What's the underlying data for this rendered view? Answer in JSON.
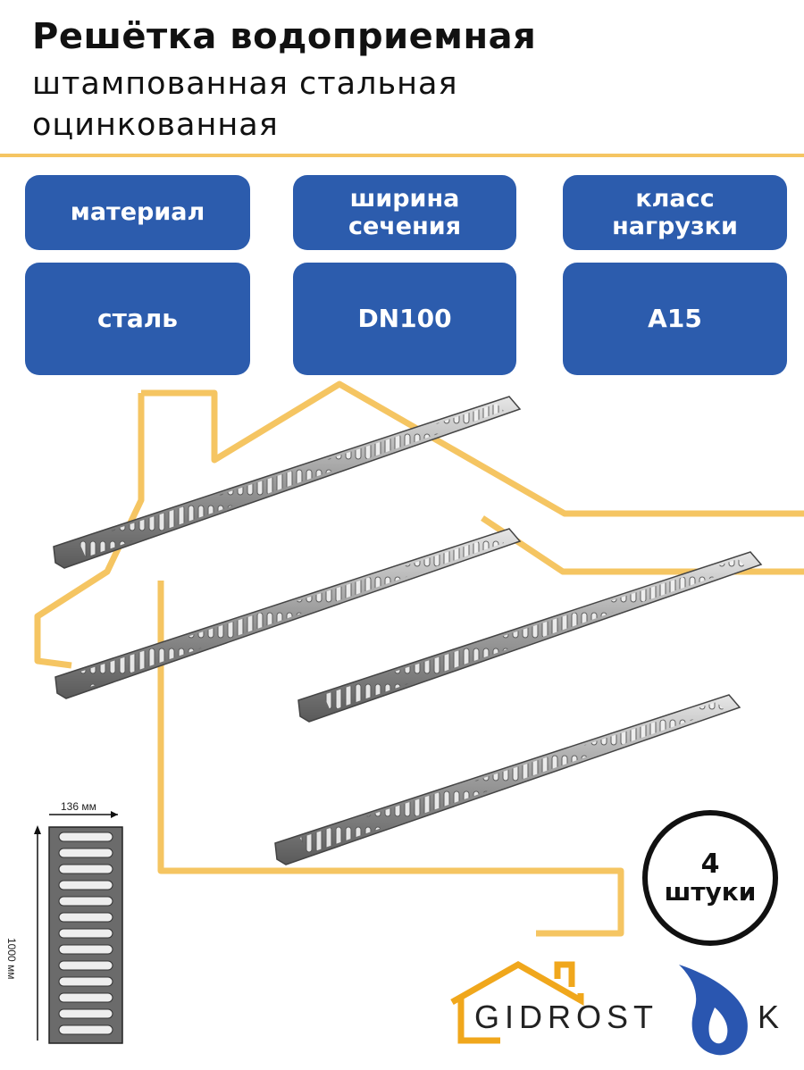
{
  "title": "Решётка водоприемная",
  "subtitle_line1": "штампованная стальная",
  "subtitle_line2": "оцинкованная",
  "specs": {
    "material_label": "материал",
    "material_value": "сталь",
    "width_label": "ширина сечения",
    "width_value": "DN100",
    "load_label": "класс нагрузки",
    "load_value": "А15"
  },
  "quantity": {
    "number": "4",
    "unit": "штуки"
  },
  "dimensions": {
    "width": "136 мм",
    "length": "1000 мм"
  },
  "logo": {
    "text_left": "GIDROST",
    "text_right": "K"
  },
  "colors": {
    "accent": "#f5c562",
    "badge": "#2c5cad",
    "logo_drop": "#2a56b0",
    "logo_house": "#f0a71c"
  }
}
